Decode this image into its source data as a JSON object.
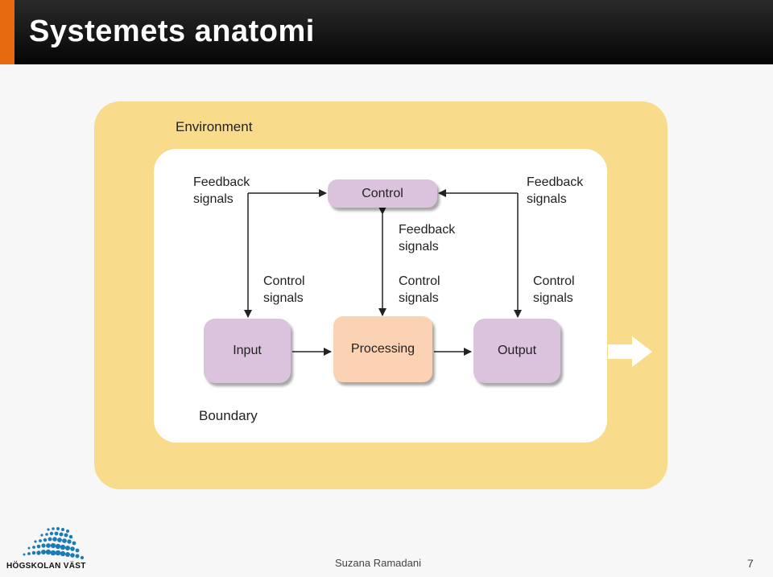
{
  "slide": {
    "title": "Systemets anatomi",
    "footer_author": "Suzana Ramadani",
    "page_number": "7",
    "accent_color": "#e86a10"
  },
  "diagram": {
    "environment_label": "Environment",
    "boundary_label": "Boundary",
    "nodes": {
      "control": "Control",
      "input": "Input",
      "processing": "Processing",
      "output": "Output"
    },
    "labels": {
      "feedback_left": [
        "Feedback",
        "signals"
      ],
      "feedback_right": [
        "Feedback",
        "signals"
      ],
      "feedback_center": [
        "Feedback",
        "signals"
      ],
      "control_left": [
        "Control",
        "signals"
      ],
      "control_center": [
        "Control",
        "signals"
      ],
      "control_right": [
        "Control",
        "signals"
      ]
    },
    "colors": {
      "environment": "#f8dc8c",
      "control_node": "#dcc3dd",
      "processing_node": "#fbd3b4"
    }
  },
  "logo": {
    "text": "HÖGSKOLAN VÄST",
    "color": "#1a7bb5"
  }
}
